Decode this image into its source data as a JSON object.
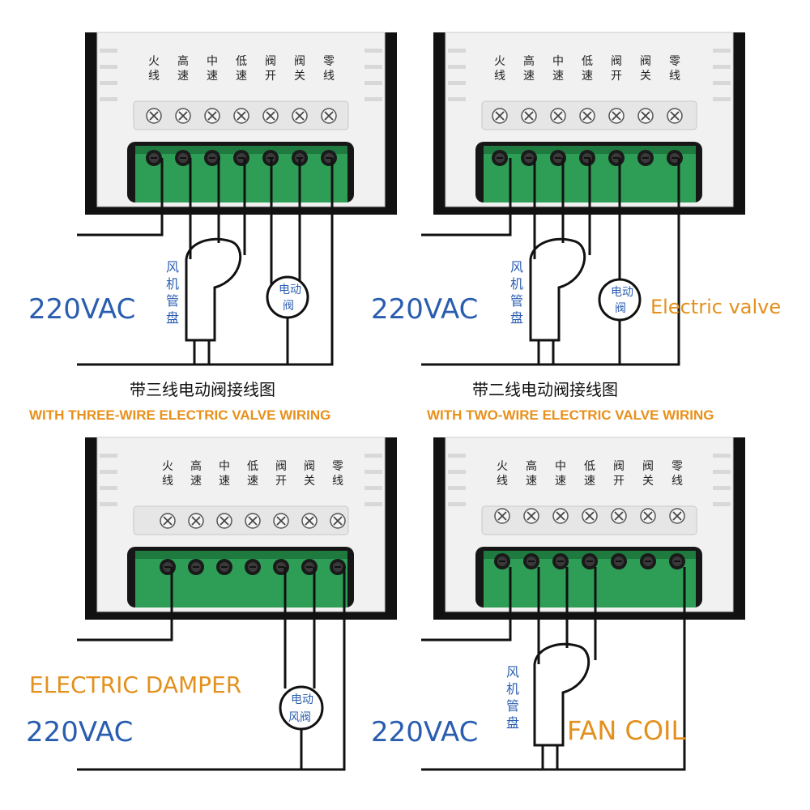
{
  "terminal_labels": [
    {
      "top": "火",
      "bottom": "线"
    },
    {
      "top": "高",
      "bottom": "速"
    },
    {
      "top": "中",
      "bottom": "速"
    },
    {
      "top": "低",
      "bottom": "速"
    },
    {
      "top": "阀",
      "bottom": "开"
    },
    {
      "top": "阀",
      "bottom": "关"
    },
    {
      "top": "零",
      "bottom": "线"
    }
  ],
  "fan_coil_zh": [
    "风",
    "机",
    "管",
    "盘"
  ],
  "panels": {
    "three_wire": {
      "voltage": "220VAC",
      "valve_zh": [
        "电动",
        "阀"
      ],
      "caption_zh": "带三线电动阀接线图",
      "caption_en": "WITH THREE-WIRE ELECTRIC VALVE WIRING"
    },
    "two_wire": {
      "voltage": "220VAC",
      "valve_zh": [
        "电动",
        "阀"
      ],
      "valve_en": "Electric valve",
      "caption_zh": "带二线电动阀接线图",
      "caption_en": "WITH TWO-WIRE ELECTRIC VALVE WIRING"
    },
    "damper": {
      "voltage": "220VAC",
      "damper_zh": [
        "电动",
        "风阀"
      ],
      "damper_en": "ELECTRIC DAMPER"
    },
    "fan_coil": {
      "voltage": "220VAC",
      "fan_en": "FAN COIL"
    }
  },
  "colors": {
    "voltage_text": "#2a5db0",
    "english_label": "#e3901c",
    "terminal_green": "#2e9e57",
    "housing": "#f2f2f2",
    "backplate": "#111111"
  }
}
